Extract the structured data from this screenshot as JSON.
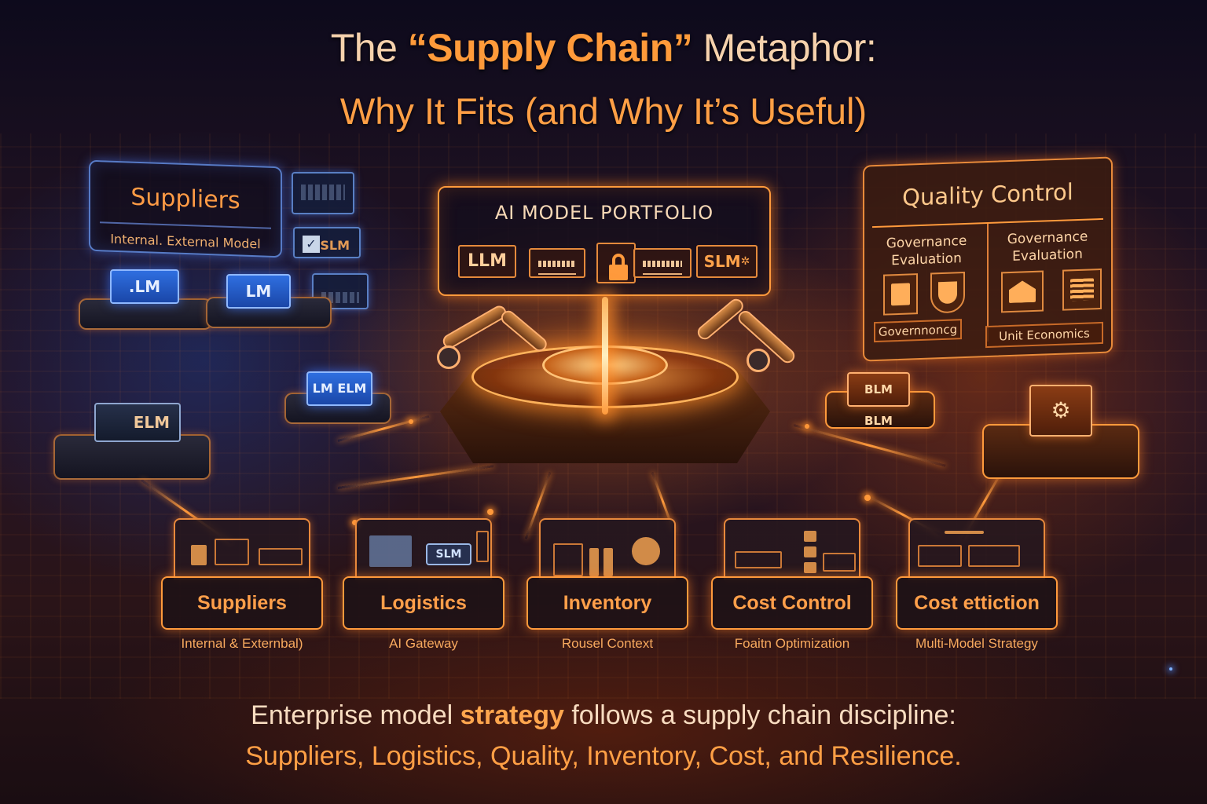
{
  "header": {
    "title_prefix": "The ",
    "title_highlight": "“Supply Chain”",
    "title_suffix": " Metaphor:",
    "subtitle": "Why It Fits (and Why It’s Useful)"
  },
  "suppliers_panel": {
    "title": "Suppliers",
    "subtitle": "Internal. External Model",
    "side_tiles": [
      {
        "label": "",
        "icon": "document-lines-icon"
      },
      {
        "label": "SLM",
        "icon": "checkmark-icon"
      },
      {
        "label": "",
        "icon": "chart-icon"
      }
    ],
    "boxes": [
      {
        "label": ".LM",
        "color": "blue"
      },
      {
        "label": "LM",
        "color": "blue"
      },
      {
        "label": "ELM",
        "color": "dark"
      },
      {
        "label": "LM  ELM",
        "color": "blue"
      }
    ]
  },
  "portfolio_panel": {
    "title": "AI MODEL PORTFOLIO",
    "chips": [
      {
        "label": "LLM",
        "type": "text"
      },
      {
        "label": "",
        "type": "bars"
      },
      {
        "label": "",
        "type": "lock",
        "icon": "lock-icon"
      },
      {
        "label": "",
        "type": "bars"
      },
      {
        "label": "SLM",
        "type": "text",
        "suffix": "✲"
      }
    ]
  },
  "quality_panel": {
    "title": "Quality Control",
    "columns": [
      {
        "heading_line1": "Governance",
        "heading_line2": "Evaluation",
        "icons": [
          "shopping-bag-icon",
          "shield-icon"
        ],
        "tag": "Governnoncg"
      },
      {
        "heading_line1": "Governance",
        "heading_line2": "Evaluation",
        "icons": [
          "house-icon",
          "stack-icon"
        ],
        "tag": "Unit Economics"
      }
    ]
  },
  "warehouse_right": {
    "boxes": [
      {
        "label": "BLM  BLM",
        "color": "rust"
      },
      {
        "label": "",
        "color": "rust",
        "icon": "gear-icon"
      }
    ]
  },
  "cards": [
    {
      "label": "Suppliers",
      "caption": "Internal & Externbal)",
      "icon": "robot-arm-icon"
    },
    {
      "label": "Logistics",
      "caption": "AI Gateway",
      "icon": "drone-icon",
      "screen_badge": "SLM"
    },
    {
      "label": "Inventory",
      "caption": "Rousel Context",
      "icon": "pie-chart-icon"
    },
    {
      "label": "Cost Control",
      "caption": "Foaitn Optimization",
      "icon": "dashboard-icon"
    },
    {
      "label": "Cost ettiction",
      "caption": "Multi-Model Strategy",
      "icon": "bar-code-icon"
    }
  ],
  "footer": {
    "line1_prefix": "Enterprise model ",
    "line1_highlight": "strategy",
    "line1_suffix": " follows a supply chain discipline:",
    "line2": "Suppliers, Logistics, Quality, Inventory, Cost, and Resilience."
  },
  "colors": {
    "accent_orange": "#ff9a3c",
    "title_cream": "#f6d2ad",
    "accent_blue": "#2f6fe0",
    "background_dark": "#1b1020"
  }
}
